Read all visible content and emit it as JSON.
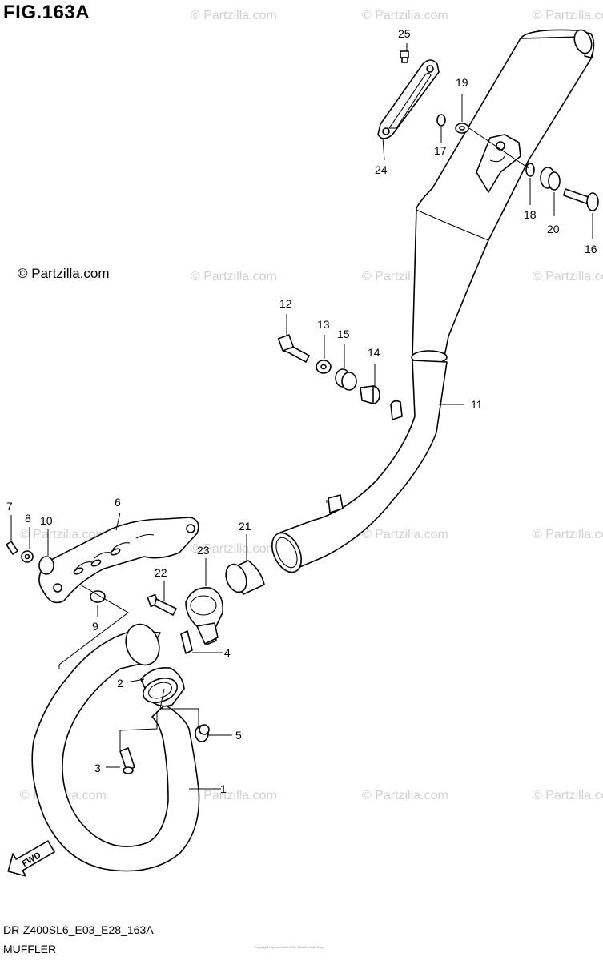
{
  "figure": {
    "title": "FIG.163A",
    "model_code": "DR-Z400SL6_E03_E28_163A",
    "section_name": "MUFFLER",
    "copyright": "© Partzilla.com",
    "watermark": "© Partzilla.com",
    "direction_label": "FWD",
    "fine_print": "Copyright Reproduction 2016 Suzuki Motor Corp"
  },
  "callouts": [
    "1",
    "2",
    "3",
    "4",
    "5",
    "6",
    "7",
    "8",
    "9",
    "10",
    "11",
    "12",
    "13",
    "14",
    "15",
    "16",
    "17",
    "18",
    "19",
    "20",
    "21",
    "22",
    "23",
    "24",
    "25"
  ]
}
